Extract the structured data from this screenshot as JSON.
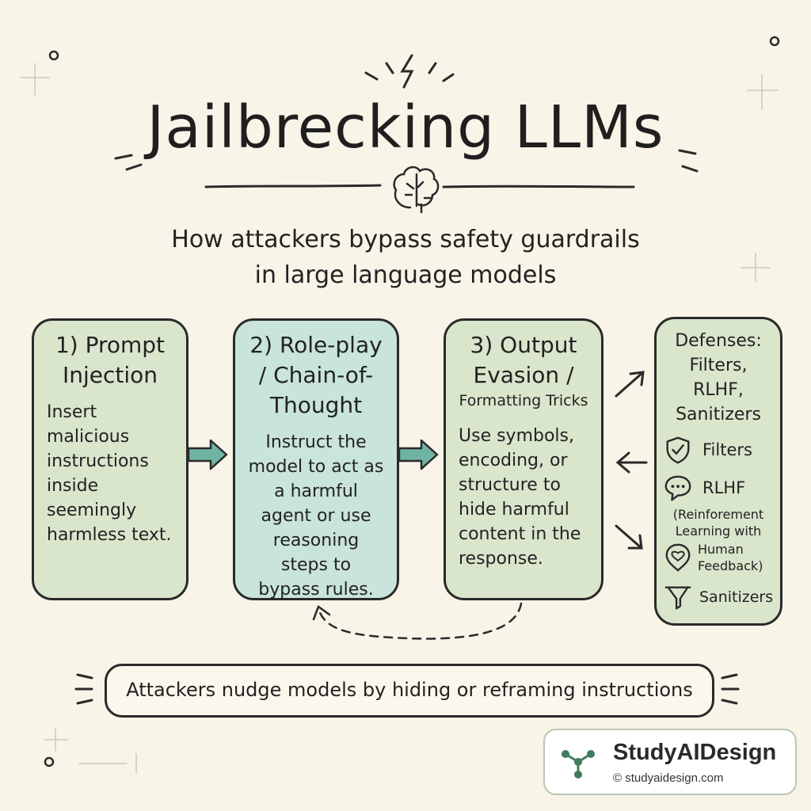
{
  "title": "Jailbrecking LLMs",
  "subtitle_line1": "How attackers bypass safety guardrails",
  "subtitle_line2": "in large language models",
  "steps": [
    {
      "heading_line1": "1) Prompt",
      "heading_line2": "Injection",
      "body": "Insert malicious instructions inside seemingly harmless text."
    },
    {
      "heading_line1": "2) Role-play",
      "heading_line2": "/ Chain-of-",
      "heading_line3": "Thought",
      "body": "Instruct the model to act as a harmful agent or use reasoning steps to bypass rules."
    },
    {
      "heading_line1": "3) Output",
      "heading_line2": "Evasion /",
      "subheading": "Formatting Tricks",
      "body": "Use symbols, encoding, or structure to hide harmful content in the response."
    }
  ],
  "defenses": {
    "heading_line1": "Defenses:",
    "heading_line2": "Filters, RLHF,",
    "heading_line3": "Sanitizers",
    "items": [
      {
        "label": "Filters",
        "icon": "shield-check-icon"
      },
      {
        "label": "RLHF",
        "icon": "speech-bubble-icon"
      },
      {
        "label": "(Reinforement Learning with",
        "icon": ""
      },
      {
        "label": "Human Feedback)",
        "icon": "heart-pin-icon"
      },
      {
        "label": "Sanitizers",
        "icon": "funnel-icon"
      }
    ]
  },
  "footer": "Attackers nudge models by hiding or reframing instructions",
  "brand": {
    "name": "StudyAIDesign",
    "url": "© studyaidesign.com",
    "icon": "network-icon"
  },
  "colors": {
    "background": "#f9f4e8",
    "box_green": "#d9e6cc",
    "box_teal": "#c9e4da",
    "arrow_teal": "#6fb3a3",
    "brand_green": "#3f7d5a"
  }
}
